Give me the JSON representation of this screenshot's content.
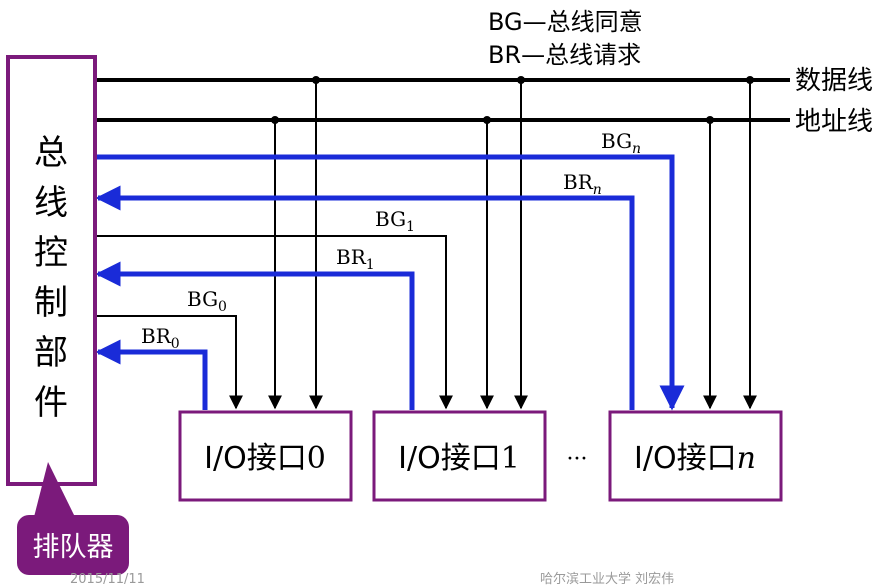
{
  "legend": {
    "bg": "BG—总线同意",
    "br": "BR—总线请求"
  },
  "bus_labels": {
    "data": "数据线",
    "address": "地址线"
  },
  "controller": {
    "chars": [
      "总",
      "线",
      "控",
      "制",
      "部",
      "件"
    ]
  },
  "queue_label": "排队器",
  "signals": {
    "bg_n": {
      "base": "BG",
      "sub": "n"
    },
    "br_n": {
      "base": "BR",
      "sub": "n"
    },
    "bg_1": {
      "base": "BG",
      "sub": "1"
    },
    "br_1": {
      "base": "BR",
      "sub": "1"
    },
    "bg_0": {
      "base": "BG",
      "sub": "0"
    },
    "br_0": {
      "base": "BR",
      "sub": "0"
    }
  },
  "interfaces": {
    "i0": {
      "prefix": "I/O接口",
      "suffix": "0"
    },
    "i1": {
      "prefix": "I/O接口",
      "suffix": "1"
    },
    "in": {
      "prefix": "I/O接口",
      "suffix": "n"
    }
  },
  "ellipsis": "···",
  "footer": {
    "date": "2015/11/11",
    "author": "哈尔滨工业大学  刘宏伟"
  },
  "colors": {
    "purple": "#7b1a7b",
    "blue": "#1a2bd8",
    "black": "#000000",
    "footer": "#9a9a9a"
  }
}
